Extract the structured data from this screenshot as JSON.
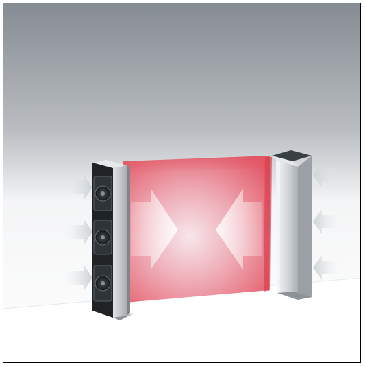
{
  "scene": {
    "description_icons": [
      "left-air-curtain-unit",
      "right-air-curtain-unit",
      "fan-icon",
      "airflow-arrow-icon",
      "heated-air-barrier"
    ],
    "colors": {
      "sky_top": "#8a9096",
      "sky_bottom": "#ffffff",
      "barrier_red": "#e8606e",
      "barrier_light": "#f4d3d8",
      "unit_body": "#c9ccd0",
      "unit_dark": "#2b2f33",
      "arrow_fill": "#eef0f2"
    },
    "fan_count": 3
  }
}
